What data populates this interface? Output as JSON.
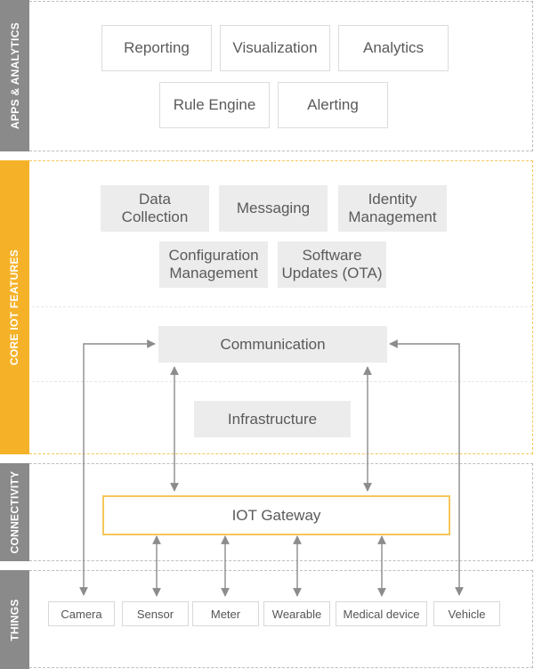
{
  "sections": {
    "apps_analytics": "APPS & ANALYTICS",
    "core_iot_features": "CORE IOT FEATURES",
    "connectivity": "CONNECTIVITY",
    "things": "THINGS"
  },
  "apps": {
    "reporting": "Reporting",
    "visualization": "Visualization",
    "analytics": "Analytics",
    "rule_engine": "Rule Engine",
    "alerting": "Alerting"
  },
  "core": {
    "data_collection": "Data\nCollection",
    "messaging": "Messaging",
    "identity_management": "Identity\nManagement",
    "configuration_management": "Configuration\nManagement",
    "software_updates": "Software\nUpdates (OTA)",
    "communication": "Communication",
    "infrastructure": "Infrastructure"
  },
  "connectivity": {
    "gateway": "IOT Gateway"
  },
  "things": {
    "camera": "Camera",
    "sensor": "Sensor",
    "meter": "Meter",
    "wearable": "Wearable",
    "medical_device": "Medical device",
    "vehicle": "Vehicle"
  },
  "colors": {
    "accent_yellow": "#f5b228",
    "side_gray": "#8a8a8a",
    "arrow_gray": "#8c8c8c"
  }
}
